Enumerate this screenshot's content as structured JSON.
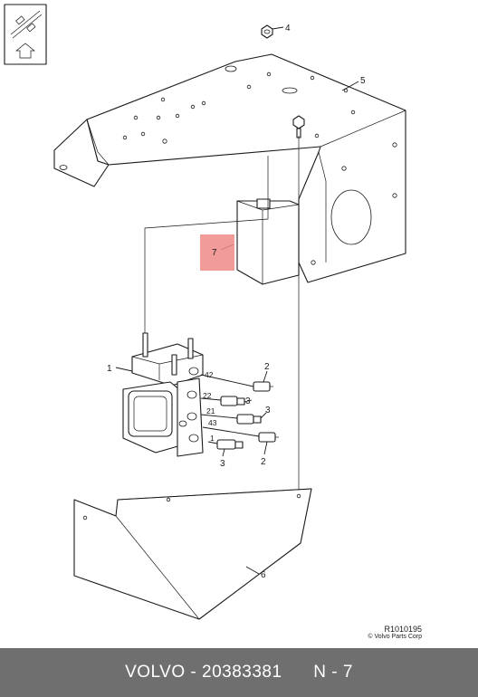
{
  "diagram": {
    "labels": {
      "part_4": "4",
      "part_5": "5",
      "part_7": "7",
      "part_1": "1",
      "part_2_top": "2",
      "part_42": "42",
      "part_22": "22",
      "part_3_a": "3",
      "part_21": "21",
      "part_3_b": "3",
      "part_43": "43",
      "part_1_small": "1",
      "part_3_c": "3",
      "part_2_bottom": "2",
      "part_6": "6"
    },
    "highlight_color": "#f08a8a"
  },
  "reference": {
    "code": "R1010195",
    "copyright": "© Volvo Parts Corp"
  },
  "footer": {
    "brand": "VOLVO",
    "separator": "-",
    "part_number": "20383381",
    "position": "N - 7",
    "background": "#6f6f6f"
  }
}
